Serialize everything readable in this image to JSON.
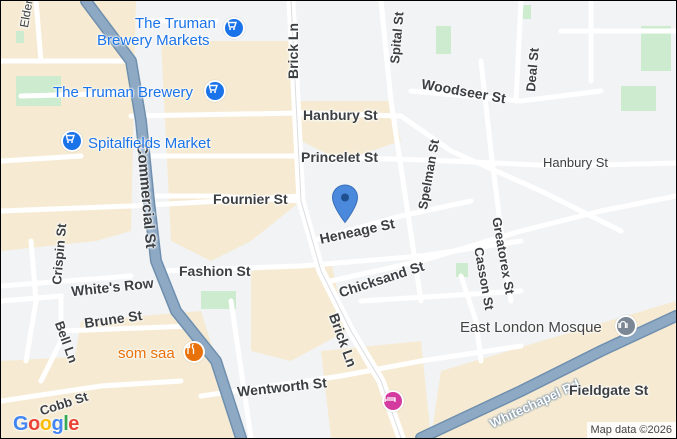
{
  "colors": {
    "road": "#ffffff",
    "major_road": "#8ea9c4",
    "major_road_edge": "#6f8fae",
    "park": "#cdeccf",
    "built_area": "#f6ebd2",
    "background": "#f2f3f5",
    "poi_blue": "#1a73e8",
    "poi_orange": "#e8710a",
    "pin": "#4a89dc",
    "poi_pink": "#d33b9f"
  },
  "streets": {
    "elder": "Elder St",
    "brick_top": "Brick Ln",
    "brick_bottom": "Brick Ln",
    "spital": "Spital St",
    "woodseer": "Woodseer St",
    "deal": "Deal St",
    "hanbury_main": "Hanbury St",
    "hanbury_east": "Hanbury St",
    "princelet": "Princelet St",
    "fournier": "Fournier St",
    "heneage": "Heneage St",
    "spelman": "Spelman St",
    "greatorex": "Greatorex St",
    "casson": "Casson St",
    "chicksand": "Chicksand St",
    "commercial": "Commercial St",
    "crispin": "Crispin St",
    "whites_row": "White's Row",
    "fashion": "Fashion St",
    "brune": "Brune St",
    "bell": "Bell Ln",
    "cobb": "Cobb St",
    "wentworth": "Wentworth St",
    "whitechapel": "Whitechapel Rd",
    "fieldgate": "Fieldgate St"
  },
  "pois": {
    "truman_markets_line1": "The Truman",
    "truman_markets_line2": "Brewery Markets",
    "truman_brewery": "The Truman Brewery",
    "spitalfields": "Spitalfields Market",
    "somsaa": "som saa",
    "mosque": "East London Mosque"
  },
  "icons": {
    "shopping": "shopping-cart-icon",
    "restaurant": "fork-knife-icon",
    "mosque": "mosque-icon",
    "lodging": "bed-icon",
    "pin": "location-pin-icon"
  },
  "branding": {
    "logo": "Google",
    "attribution": "Map data ©2026"
  }
}
